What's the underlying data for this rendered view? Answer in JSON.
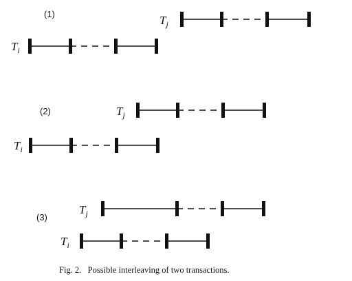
{
  "figure": {
    "caption": "Fig. 2.   Possible interleaving of two transactions.",
    "panels": [
      {
        "label": "(1)",
        "rows": [
          {
            "name": "T",
            "sub": "j"
          },
          {
            "name": "T",
            "sub": "i"
          }
        ]
      },
      {
        "label": "(2)",
        "rows": [
          {
            "name": "T",
            "sub": "j"
          },
          {
            "name": "T",
            "sub": "i"
          }
        ]
      },
      {
        "label": "(3)",
        "rows": [
          {
            "name": "T",
            "sub": "j"
          },
          {
            "name": "T",
            "sub": "i"
          }
        ]
      }
    ]
  }
}
